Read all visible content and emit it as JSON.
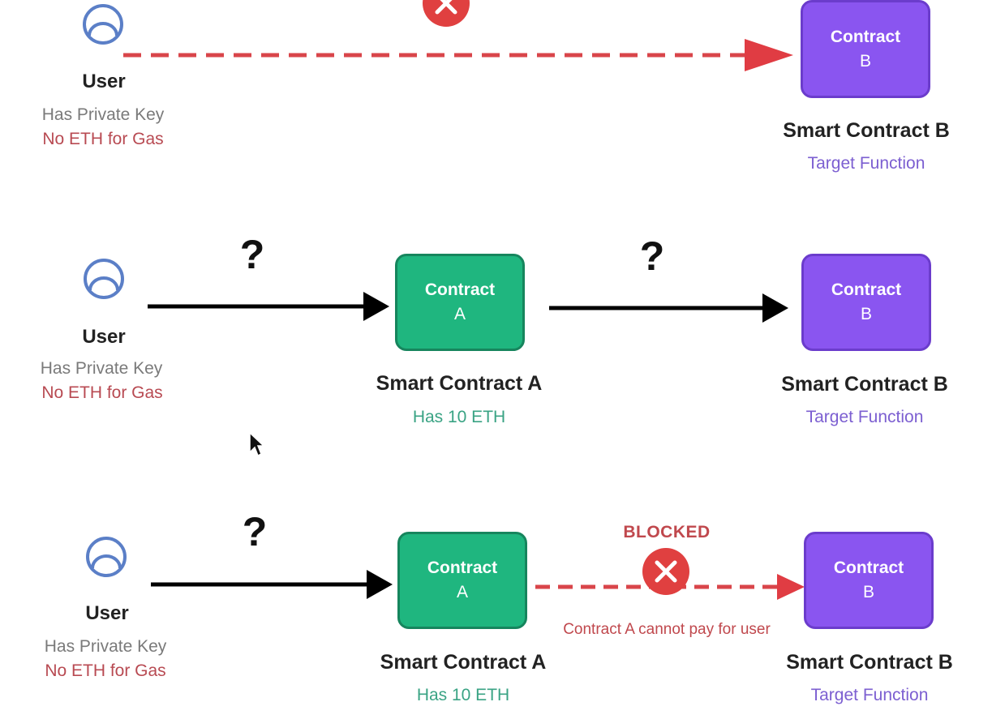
{
  "rows": [
    {
      "user": {
        "title": "User",
        "line1": "Has Private Key",
        "line2": "No ETH for Gas"
      },
      "contract_b": {
        "name": "Contract",
        "letter": "B",
        "title": "Smart Contract B",
        "subtitle": "Target Function"
      }
    },
    {
      "user": {
        "title": "User",
        "line1": "Has Private Key",
        "line2": "No ETH for Gas"
      },
      "question_1": "?",
      "question_2": "?",
      "contract_a": {
        "name": "Contract",
        "letter": "A",
        "title": "Smart Contract A",
        "subtitle": "Has 10 ETH"
      },
      "contract_b": {
        "name": "Contract",
        "letter": "B",
        "title": "Smart Contract B",
        "subtitle": "Target Function"
      }
    },
    {
      "user": {
        "title": "User",
        "line1": "Has Private Key",
        "line2": "No ETH for Gas"
      },
      "question_1": "?",
      "contract_a": {
        "name": "Contract",
        "letter": "A",
        "title": "Smart Contract A",
        "subtitle": "Has 10 ETH"
      },
      "blocked_label": "BLOCKED",
      "blocked_note": "Contract A cannot pay for user",
      "contract_b": {
        "name": "Contract",
        "letter": "B",
        "title": "Smart Contract B",
        "subtitle": "Target Function"
      }
    }
  ],
  "colors": {
    "user_icon": "#5b7fc7",
    "contract_a": "#1fb67f",
    "contract_b": "#8a55f0",
    "blocked": "#d9454a",
    "arrow": "#000000"
  },
  "icons": {
    "user": "user-icon",
    "blocked": "x-circle-icon",
    "cursor": "mouse-pointer-icon"
  }
}
